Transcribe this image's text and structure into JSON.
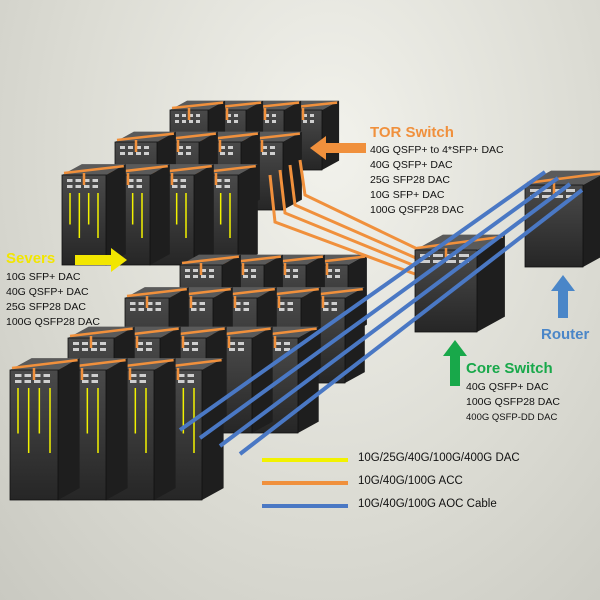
{
  "labels": {
    "tor": {
      "title": "TOR Switch",
      "color": "#f0903c",
      "specs": [
        "40G QSFP+ to 4*SFP+ DAC",
        "40G QSFP+ DAC",
        "25G SFP28 DAC",
        "10G SFP+ DAC",
        "100G QSFP28 DAC"
      ]
    },
    "servers": {
      "title": "Severs",
      "color": "#f2e600",
      "specs": [
        "10G SFP+ DAC",
        "40G  QSFP+ DAC",
        "25G SFP28 DAC",
        "100G QSFP28 DAC"
      ]
    },
    "core": {
      "title": "Core Switch",
      "color": "#18a84a",
      "specs": [
        "40G QSFP+ DAC",
        "100G QSFP28 DAC",
        "400G QSFP-DD DAC"
      ]
    },
    "router": {
      "title": "Router",
      "color": "#4a86c8"
    }
  },
  "legend": [
    {
      "label": "10G/25G/40G/100G/400G DAC",
      "color": "#f2f200"
    },
    {
      "label": "10G/40G/100G ACC",
      "color": "#f0903c"
    },
    {
      "label": "10G/40G/100G AOC Cable",
      "color": "#4a78c4"
    }
  ]
}
